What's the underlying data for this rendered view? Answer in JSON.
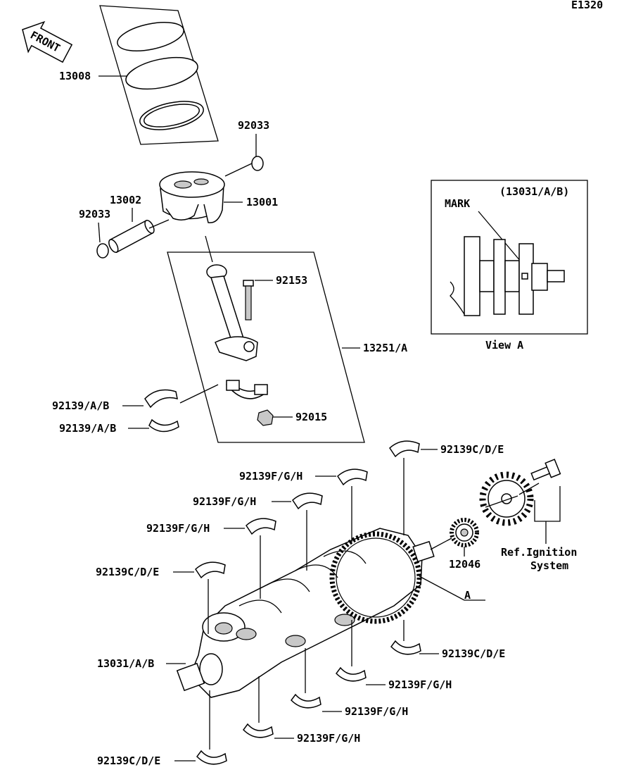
{
  "diagram": {
    "code": "E1320",
    "front_label": "FRONT",
    "view": {
      "ref": "(13031/A/B)",
      "mark": "MARK",
      "caption": "View A"
    },
    "ref_ignition": {
      "line1": "Ref.Ignition",
      "line2": "System"
    },
    "arrow_a": "A",
    "labels": {
      "p13008": "13008",
      "p92033_top": "92033",
      "p92033_left": "92033",
      "p13002": "13002",
      "p13001": "13001",
      "p92153": "92153",
      "p13251": "13251/A",
      "p92139ab_1": "92139/A/B",
      "p92139ab_2": "92139/A/B",
      "p92015": "92015",
      "p92139cde_top": "92139C/D/E",
      "p92139fgh_1": "92139F/G/H",
      "p92139fgh_2": "92139F/G/H",
      "p92139fgh_3": "92139F/G/H",
      "p92139cde_left": "92139C/D/E",
      "p12046": "12046",
      "p13031": "13031/A/B",
      "p92139cde_right": "92139C/D/E",
      "p92139fgh_b1": "92139F/G/H",
      "p92139fgh_b2": "92139F/G/H",
      "p92139fgh_b3": "92139F/G/H",
      "p92139cde_bottom": "92139C/D/E"
    }
  }
}
